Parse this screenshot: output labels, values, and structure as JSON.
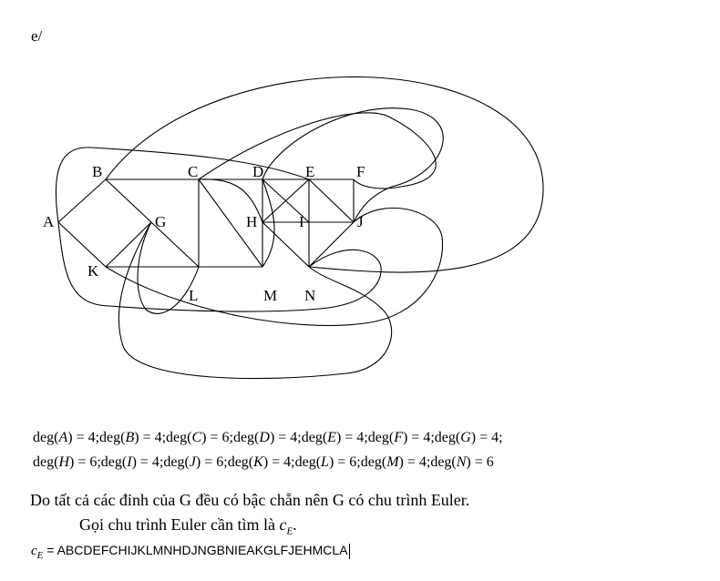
{
  "part_label": "e/",
  "vertices": [
    "A",
    "B",
    "C",
    "D",
    "E",
    "F",
    "G",
    "H",
    "I",
    "J",
    "K",
    "L",
    "M",
    "N"
  ],
  "degree_lines": [
    [
      {
        "v": "A",
        "d": "4"
      },
      {
        "v": "B",
        "d": "4"
      },
      {
        "v": "C",
        "d": "6"
      },
      {
        "v": "D",
        "d": "4"
      },
      {
        "v": "E",
        "d": "4"
      },
      {
        "v": "F",
        "d": "4"
      },
      {
        "v": "G",
        "d": "4"
      }
    ],
    [
      {
        "v": "H",
        "d": "6"
      },
      {
        "v": "I",
        "d": "4"
      },
      {
        "v": "J",
        "d": "6"
      },
      {
        "v": "K",
        "d": "4"
      },
      {
        "v": "L",
        "d": "6"
      },
      {
        "v": "M",
        "d": "4"
      },
      {
        "v": "N",
        "d": "6"
      }
    ]
  ],
  "deg_fn": "deg",
  "conclusion": "Do tất cả các đỉnh của G đều có bậc chẵn nên G có chu trình Euler.",
  "let_text": "Gọi chu trình Euler cần tìm là",
  "ce_symbol": "c",
  "ce_sub": "E",
  "circuit": "ABCDEFCHIJKLMNHDJNGBNIEAKGLFJEHMCLA"
}
